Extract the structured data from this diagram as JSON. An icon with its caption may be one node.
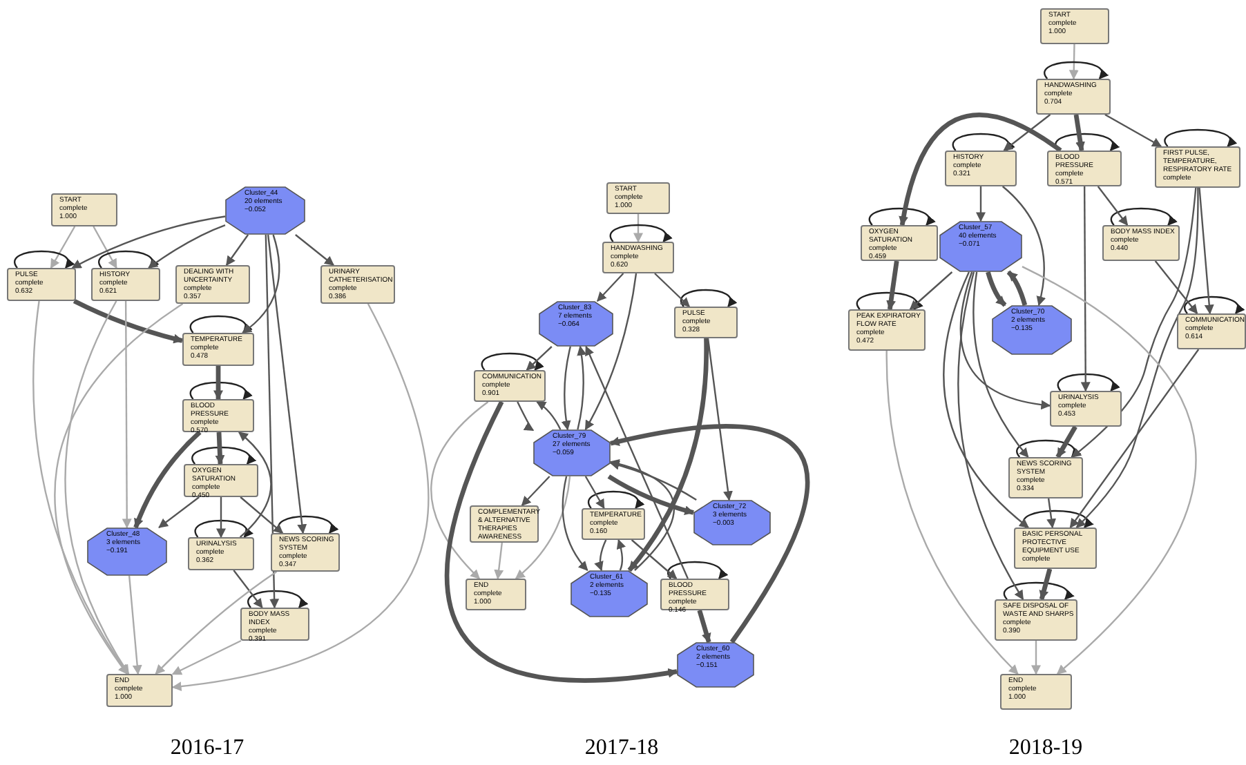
{
  "diagram": {
    "nodes": [
      {
        "text": [
          "START",
          "complete",
          "1.000"
        ]
      },
      {
        "text": [
          "Cluster_44",
          "20 elements",
          "−0.052"
        ]
      },
      {
        "text": [
          "PULSE",
          "complete",
          "0.632"
        ]
      },
      {
        "text": [
          "HISTORY",
          "complete",
          "0.621"
        ]
      },
      {
        "text": [
          "DEALING WITH UNCERTAINTY",
          "complete",
          "0.357"
        ]
      },
      {
        "text": [
          "URINARY CATHETERISATION",
          "complete",
          "0.386"
        ]
      },
      {
        "text": [
          "TEMPERATURE",
          "complete",
          "0.478"
        ]
      },
      {
        "text": [
          "BLOOD PRESSURE",
          "complete",
          "0.570"
        ]
      },
      {
        "text": [
          "OXYGEN SATURATION",
          "complete",
          "0.450"
        ]
      },
      {
        "text": [
          "Cluster_48",
          "3 elements",
          "−0.191"
        ]
      },
      {
        "text": [
          "URINALYSIS",
          "complete",
          "0.362"
        ]
      },
      {
        "text": [
          "NEWS SCORING SYSTEM",
          "complete",
          "0.347"
        ]
      },
      {
        "text": [
          "BODY MASS INDEX",
          "complete",
          "0.391"
        ]
      },
      {
        "text": [
          "END",
          "complete",
          "1.000"
        ]
      },
      {
        "text": [
          "START",
          "complete",
          "1.000"
        ]
      },
      {
        "text": [
          "HANDWASHING",
          "complete",
          "0.620"
        ]
      },
      {
        "text": [
          "Cluster_83",
          "7 elements",
          "−0.064"
        ]
      },
      {
        "text": [
          "PULSE",
          "complete",
          "0.328"
        ]
      },
      {
        "text": [
          "COMMUNICATION",
          "complete",
          "0.901"
        ]
      },
      {
        "text": [
          "Cluster_79",
          "27 elements",
          "−0.059"
        ]
      },
      {
        "text": [
          "COMPLEMENTARY & ALTERNATIVE THERAPIES AWARENESS"
        ]
      },
      {
        "text": [
          "TEMPERATURE",
          "complete",
          "0.160"
        ]
      },
      {
        "text": [
          "Cluster_72",
          "3 elements",
          "−0.003"
        ]
      },
      {
        "text": [
          "END",
          "complete",
          "1.000"
        ]
      },
      {
        "text": [
          "Cluster_61",
          "2 elements",
          "−0.135"
        ]
      },
      {
        "text": [
          "BLOOD PRESSURE",
          "complete",
          "0.146"
        ]
      },
      {
        "text": [
          "Cluster_60",
          "2 elements",
          "−0.151"
        ]
      },
      {
        "text": [
          "START",
          "complete",
          "1.000"
        ]
      },
      {
        "text": [
          "HANDWASHING",
          "complete",
          "0.704"
        ]
      },
      {
        "text": [
          "HISTORY",
          "complete",
          "0.321"
        ]
      },
      {
        "text": [
          "BLOOD PRESSURE",
          "complete",
          "0.571"
        ]
      },
      {
        "text": [
          "FIRST PULSE, TEMPERATURE, RESPIRATORY RATE",
          "complete"
        ]
      },
      {
        "text": [
          "OXYGEN SATURATION",
          "complete",
          "0.459"
        ]
      },
      {
        "text": [
          "Cluster_57",
          "40 elements",
          "−0.071"
        ]
      },
      {
        "text": [
          "BODY MASS INDEX",
          "complete",
          "0.440"
        ]
      },
      {
        "text": [
          "PEAK EXPIRATORY FLOW RATE",
          "complete",
          "0.472"
        ]
      },
      {
        "text": [
          "Cluster_70",
          "2 elements",
          "−0.135"
        ]
      },
      {
        "text": [
          "COMMUNICATION",
          "complete",
          "0.614"
        ]
      },
      {
        "text": [
          "URINALYSIS",
          "complete",
          "0.453"
        ]
      },
      {
        "text": [
          "NEWS SCORING SYSTEM",
          "complete",
          "0.334"
        ]
      },
      {
        "text": [
          "BASIC PERSONAL PROTECTIVE EQUIPMENT USE",
          "complete"
        ]
      },
      {
        "text": [
          "SAFE DISPOSAL OF WASTE AND SHARPS",
          "complete",
          "0.390"
        ]
      },
      {
        "text": [
          "END",
          "complete",
          "1.000"
        ]
      }
    ],
    "edges": [
      {
        "from": 0,
        "to": 2,
        "arrow": "to",
        "color": "#aaaaaa"
      },
      {
        "from": 0,
        "to": 3,
        "arrow": "to",
        "color": "#aaaaaa"
      },
      {
        "from": 2,
        "to": 2,
        "arrow": "to",
        "color": "#222222"
      },
      {
        "from": 3,
        "to": 3,
        "arrow": "to",
        "color": "#222222"
      },
      {
        "from": 6,
        "to": 6,
        "arrow": "to",
        "color": "#222222"
      },
      {
        "from": 7,
        "to": 7,
        "arrow": "to",
        "color": "#222222"
      },
      {
        "from": 8,
        "to": 8,
        "arrow": "to",
        "color": "#222222"
      },
      {
        "from": 10,
        "to": 10,
        "arrow": "to",
        "color": "#222222"
      },
      {
        "from": 11,
        "to": 11,
        "arrow": "to",
        "color": "#222222"
      },
      {
        "from": 12,
        "to": 12,
        "arrow": "to",
        "color": "#222222"
      },
      {
        "from": 1,
        "to": 2,
        "arrow": "to"
      },
      {
        "from": 1,
        "to": 3,
        "arrow": "to"
      },
      {
        "from": 1,
        "to": 4,
        "arrow": "to"
      },
      {
        "from": 1,
        "to": 5,
        "arrow": "to"
      },
      {
        "from": 1,
        "to": 6,
        "arrow": "to"
      },
      {
        "from": 1,
        "to": 11,
        "arrow": "to"
      },
      {
        "from": 1,
        "to": 12,
        "arrow": "to"
      },
      {
        "from": 2,
        "to": 6,
        "arrow": "to",
        "style": "thick"
      },
      {
        "from": 6,
        "to": 7,
        "arrow": "to",
        "style": "thick"
      },
      {
        "from": 7,
        "to": 8,
        "arrow": "to",
        "style": "thick"
      },
      {
        "from": 7,
        "to": 9,
        "arrow": "to",
        "style": "thick"
      },
      {
        "from": 8,
        "to": 9,
        "arrow": "to"
      },
      {
        "from": 8,
        "to": 10,
        "arrow": "to"
      },
      {
        "from": 8,
        "to": 11,
        "arrow": "to"
      },
      {
        "from": 10,
        "to": 12,
        "arrow": "to"
      },
      {
        "from": 10,
        "to": 7,
        "arrow": "to"
      },
      {
        "from": 3,
        "to": 9,
        "arrow": "to",
        "color": "#aaaaaa"
      },
      {
        "from": 2,
        "to": 13,
        "arrow": "to",
        "color": "#aaaaaa"
      },
      {
        "from": 3,
        "to": 13,
        "arrow": "to",
        "color": "#aaaaaa"
      },
      {
        "from": 4,
        "to": 13,
        "arrow": "to",
        "color": "#aaaaaa"
      },
      {
        "from": 9,
        "to": 13,
        "arrow": "to",
        "color": "#aaaaaa"
      },
      {
        "from": 11,
        "to": 13,
        "arrow": "to",
        "color": "#aaaaaa"
      },
      {
        "from": 12,
        "to": 13,
        "arrow": "to",
        "color": "#aaaaaa"
      },
      {
        "from": 5,
        "to": 13,
        "arrow": "to",
        "color": "#aaaaaa"
      },
      {
        "from": 14,
        "to": 15,
        "arrow": "to",
        "color": "#aaaaaa"
      },
      {
        "from": 15,
        "to": 15,
        "arrow": "to",
        "color": "#222222"
      },
      {
        "from": 17,
        "to": 17,
        "arrow": "to",
        "color": "#222222"
      },
      {
        "from": 18,
        "to": 18,
        "arrow": "to",
        "color": "#222222"
      },
      {
        "from": 21,
        "to": 21,
        "arrow": "to",
        "color": "#222222"
      },
      {
        "from": 25,
        "to": 25,
        "arrow": "to",
        "color": "#222222"
      },
      {
        "from": 15,
        "to": 16,
        "arrow": "to"
      },
      {
        "from": 15,
        "to": 17,
        "arrow": "to"
      },
      {
        "from": 15,
        "to": 19,
        "arrow": "to"
      },
      {
        "from": 17,
        "to": 22,
        "arrow": "to"
      },
      {
        "from": 17,
        "to": 24,
        "arrow": "to",
        "style": "thick"
      },
      {
        "from": 16,
        "to": 18,
        "arrow": "to"
      },
      {
        "from": 16,
        "to": 19,
        "arrow": "to"
      },
      {
        "from": 19,
        "to": 16,
        "arrow": "to"
      },
      {
        "from": 18,
        "to": 19,
        "arrow": "to"
      },
      {
        "from": 19,
        "to": 18,
        "arrow": "to"
      },
      {
        "from": 18,
        "to": 23,
        "arrow": "to",
        "color": "#aaaaaa"
      },
      {
        "from": 19,
        "to": 20,
        "arrow": "to"
      },
      {
        "from": 19,
        "to": 23,
        "arrow": "to",
        "color": "#aaaaaa"
      },
      {
        "from": 19,
        "to": 21,
        "arrow": "to"
      },
      {
        "from": 19,
        "to": 22,
        "arrow": "to",
        "style": "thick"
      },
      {
        "from": 22,
        "to": 19,
        "arrow": "to"
      },
      {
        "from": 19,
        "to": 24,
        "arrow": "to"
      },
      {
        "from": 24,
        "to": 19,
        "arrow": "to"
      },
      {
        "from": 21,
        "to": 24,
        "arrow": "to"
      },
      {
        "from": 24,
        "to": 21,
        "arrow": "to"
      },
      {
        "from": 21,
        "to": 25,
        "arrow": "to"
      },
      {
        "from": 25,
        "to": 26,
        "arrow": "to",
        "style": "thick"
      },
      {
        "from": 26,
        "to": 19,
        "arrow": "to",
        "style": "thick"
      },
      {
        "from": 18,
        "to": 26,
        "arrow": "to",
        "style": "thick"
      },
      {
        "from": 20,
        "to": 23,
        "arrow": "to",
        "color": "#aaaaaa"
      },
      {
        "from": 25,
        "to": 16,
        "arrow": "to"
      },
      {
        "from": 27,
        "to": 28,
        "arrow": "to",
        "color": "#aaaaaa"
      },
      {
        "from": 28,
        "to": 28,
        "arrow": "to",
        "color": "#222222"
      },
      {
        "from": 29,
        "to": 29,
        "arrow": "to",
        "color": "#222222"
      },
      {
        "from": 30,
        "to": 30,
        "arrow": "to",
        "color": "#222222"
      },
      {
        "from": 31,
        "to": 31,
        "arrow": "to",
        "color": "#222222"
      },
      {
        "from": 32,
        "to": 32,
        "arrow": "to",
        "color": "#222222"
      },
      {
        "from": 34,
        "to": 34,
        "arrow": "to",
        "color": "#222222"
      },
      {
        "from": 35,
        "to": 35,
        "arrow": "to",
        "color": "#222222"
      },
      {
        "from": 37,
        "to": 37,
        "arrow": "to",
        "color": "#222222"
      },
      {
        "from": 38,
        "to": 38,
        "arrow": "to",
        "color": "#222222"
      },
      {
        "from": 39,
        "to": 39,
        "arrow": "to",
        "color": "#222222"
      },
      {
        "from": 40,
        "to": 40,
        "arrow": "to",
        "color": "#222222"
      },
      {
        "from": 41,
        "to": 41,
        "arrow": "to",
        "color": "#222222"
      },
      {
        "from": 28,
        "to": 29,
        "arrow": "to"
      },
      {
        "from": 28,
        "to": 30,
        "arrow": "to",
        "style": "thick"
      },
      {
        "from": 28,
        "to": 31,
        "arrow": "to"
      },
      {
        "from": 29,
        "to": 33,
        "arrow": "to"
      },
      {
        "from": 29,
        "to": 36,
        "arrow": "to"
      },
      {
        "from": 30,
        "to": 32,
        "arrow": "to",
        "style": "thick"
      },
      {
        "from": 30,
        "to": 34,
        "arrow": "to"
      },
      {
        "from": 30,
        "to": 38,
        "arrow": "to"
      },
      {
        "from": 31,
        "to": 39,
        "arrow": "to"
      },
      {
        "from": 31,
        "to": 37,
        "arrow": "to"
      },
      {
        "from": 31,
        "to": 40,
        "arrow": "to"
      },
      {
        "from": 34,
        "to": 37,
        "arrow": "to"
      },
      {
        "from": 32,
        "to": 35,
        "arrow": "to",
        "style": "thick"
      },
      {
        "from": 33,
        "to": 35,
        "arrow": "to"
      },
      {
        "from": 33,
        "to": 36,
        "arrow": "to",
        "style": "thick"
      },
      {
        "from": 36,
        "to": 33,
        "arrow": "to",
        "style": "thick"
      },
      {
        "from": 33,
        "to": 38,
        "arrow": "to"
      },
      {
        "from": 33,
        "to": 39,
        "arrow": "to"
      },
      {
        "from": 33,
        "to": 40,
        "arrow": "to"
      },
      {
        "from": 33,
        "to": 41,
        "arrow": "to"
      },
      {
        "from": 33,
        "to": 42,
        "arrow": "to",
        "color": "#aaaaaa"
      },
      {
        "from": 35,
        "to": 42,
        "arrow": "to",
        "color": "#aaaaaa"
      },
      {
        "from": 38,
        "to": 39,
        "arrow": "to",
        "style": "thick"
      },
      {
        "from": 39,
        "to": 40,
        "arrow": "to"
      },
      {
        "from": 37,
        "to": 40,
        "arrow": "to"
      },
      {
        "from": 40,
        "to": 41,
        "arrow": "to",
        "style": "thick"
      },
      {
        "from": 41,
        "to": 42,
        "arrow": "to",
        "color": "#aaaaaa"
      }
    ],
    "labels": [
      "2016-17",
      "2017-18",
      "2018-19"
    ]
  }
}
